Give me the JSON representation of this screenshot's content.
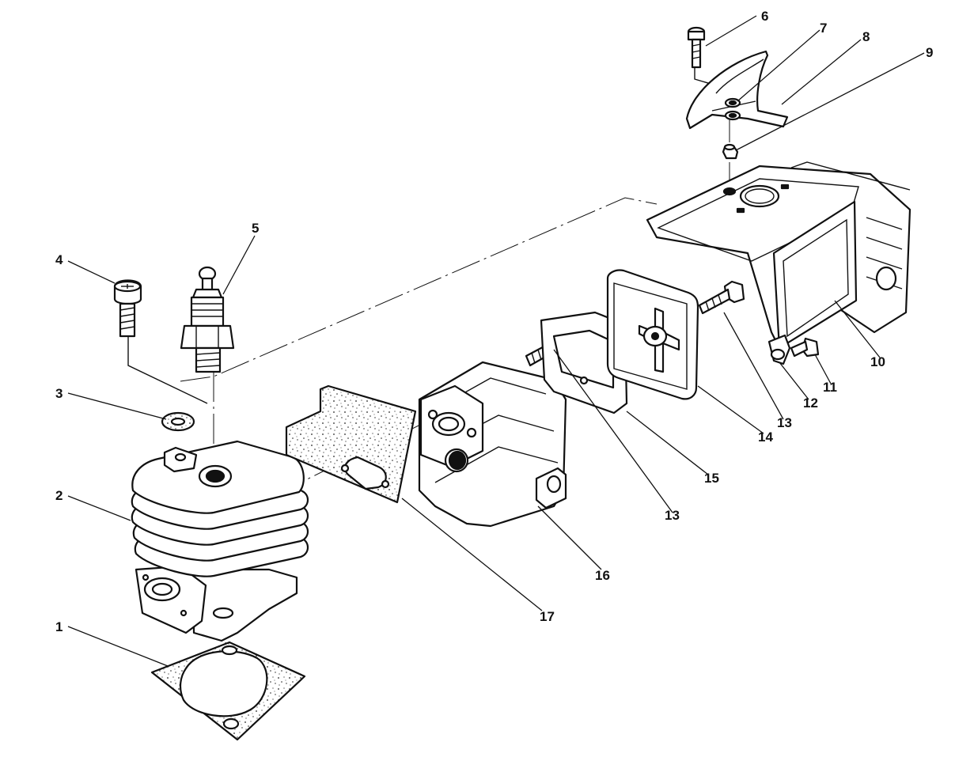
{
  "callouts": [
    {
      "id": "1",
      "text": "1"
    },
    {
      "id": "2",
      "text": "2"
    },
    {
      "id": "3",
      "text": "3"
    },
    {
      "id": "4",
      "text": "4"
    },
    {
      "id": "5",
      "text": "5"
    },
    {
      "id": "6",
      "text": "6"
    },
    {
      "id": "7",
      "text": "7"
    },
    {
      "id": "8",
      "text": "8"
    },
    {
      "id": "9",
      "text": "9"
    },
    {
      "id": "10",
      "text": "10"
    },
    {
      "id": "11",
      "text": "11"
    },
    {
      "id": "12",
      "text": "12"
    },
    {
      "id": "13a",
      "text": "13"
    },
    {
      "id": "13b",
      "text": "13"
    },
    {
      "id": "14",
      "text": "14"
    },
    {
      "id": "15",
      "text": "15"
    },
    {
      "id": "16",
      "text": "16"
    },
    {
      "id": "17",
      "text": "17"
    }
  ],
  "colors": {
    "ink": "#111111",
    "paper": "#ffffff"
  }
}
